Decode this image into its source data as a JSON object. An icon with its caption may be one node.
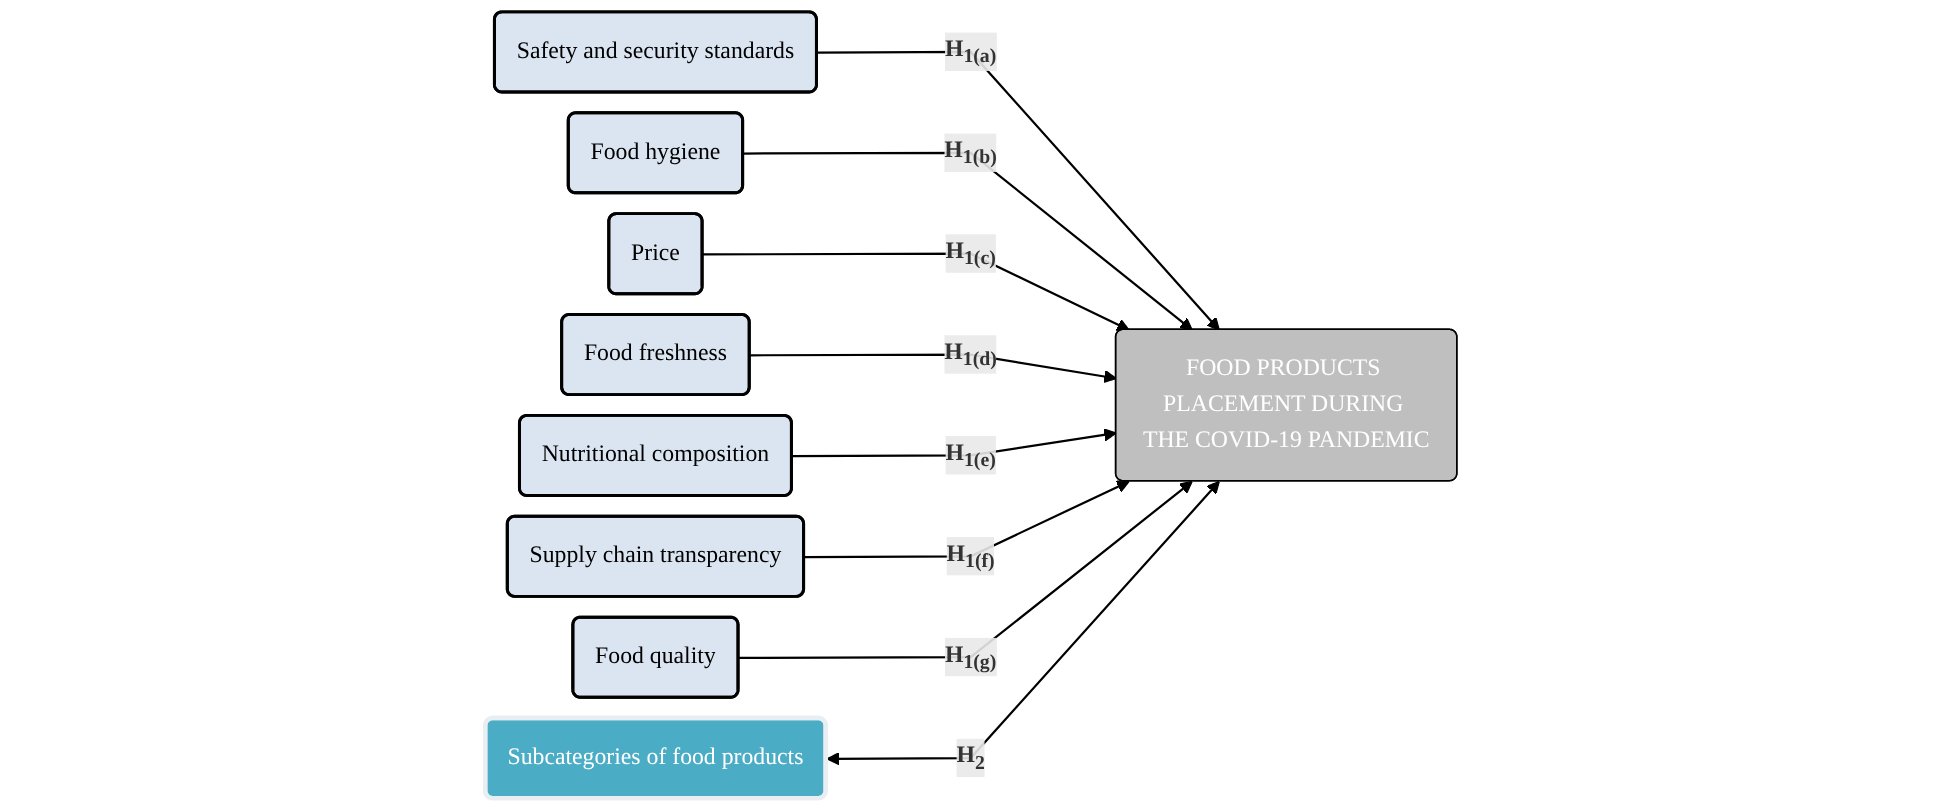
{
  "diagram": {
    "nodes": [
      {
        "text": [
          "Safety and security standards"
        ]
      },
      {
        "text": [
          "Food hygiene"
        ]
      },
      {
        "text": [
          "Price"
        ]
      },
      {
        "text": [
          "Food freshness"
        ]
      },
      {
        "text": [
          "Nutritional composition"
        ]
      },
      {
        "text": [
          "Supply chain transparency"
        ]
      },
      {
        "text": [
          "Food quality"
        ]
      },
      {
        "text": [
          "Subcategories of food products"
        ]
      },
      {
        "text": [
          "FOOD PRODUCTS PLACEMENT DURING THE COVID-19 PANDEMIC"
        ]
      }
    ],
    "edges": [
      {
        "from": 0,
        "to": 8,
        "arrow": "to",
        "label": "H$_{1(a)}$"
      },
      {
        "from": 1,
        "to": 8,
        "arrow": "to",
        "label": "H$_{1(b)}$"
      },
      {
        "from": 2,
        "to": 8,
        "arrow": "to",
        "label": "H$_{1(c)}$"
      },
      {
        "from": 3,
        "to": 8,
        "arrow": "to",
        "label": "H$_{1(d)}$"
      },
      {
        "from": 4,
        "to": 8,
        "arrow": "to",
        "label": "H$_{1(e)}$"
      },
      {
        "from": 5,
        "to": 8,
        "arrow": "to",
        "label": "H$_{1(f)}$"
      },
      {
        "from": 6,
        "to": 8,
        "arrow": "to",
        "label": "H$_{1(g)}$"
      },
      {
        "from": 7,
        "to": 8,
        "arrow": "both",
        "label": "H$_{2}$"
      }
    ]
  }
}
